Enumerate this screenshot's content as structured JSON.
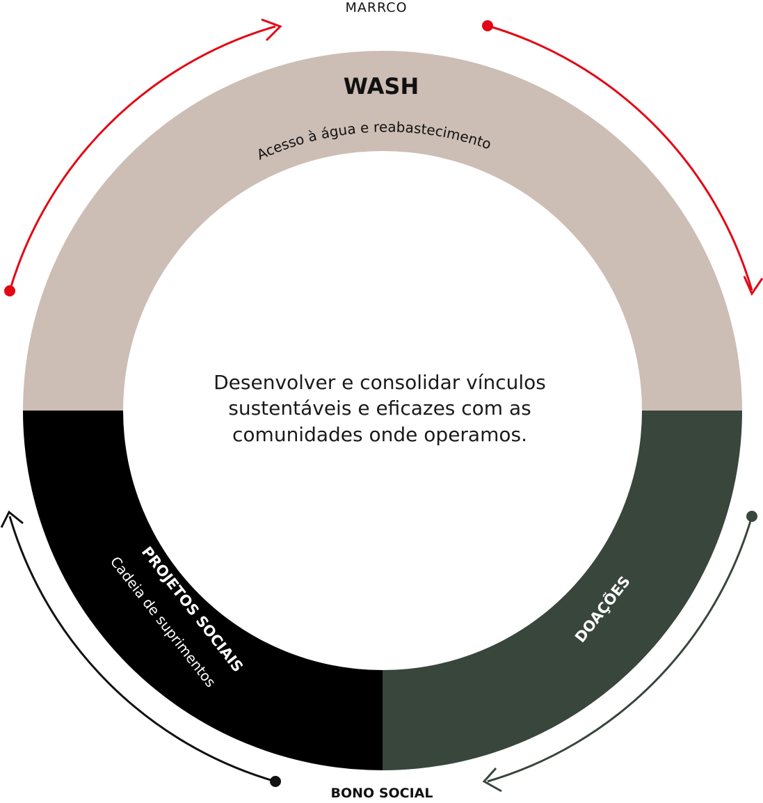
{
  "labels": {
    "top": "MARRCO",
    "bottom": "BONO SOCIAL"
  },
  "segments": {
    "wash": {
      "title": "WASH",
      "subtitle": "Acesso à água e reabastecimento",
      "color": "#ccbdb5"
    },
    "projetos": {
      "title": "PROJETOS SOCIAIS",
      "subtitle": "Cadeia de suprimentos",
      "color": "#000000"
    },
    "doacoes": {
      "title": "DOAÇÕES",
      "color": "#38463c"
    }
  },
  "center": {
    "lines": [
      "Desenvolver e consolidar vínculos",
      "sustentáveis e eficazes com as",
      "comunidades onde operamos."
    ]
  },
  "arrows": {
    "marrco_color": "#e30613",
    "bono_left_color": "#111111",
    "bono_right_color": "#38463c"
  }
}
